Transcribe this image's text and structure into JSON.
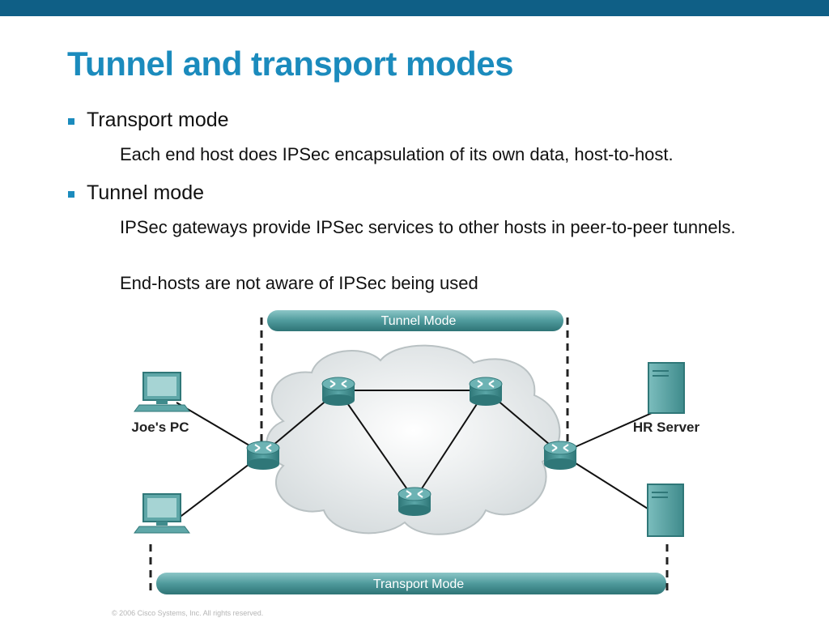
{
  "slide": {
    "title": "Tunnel and transport modes",
    "bullets": [
      {
        "label": "Transport mode",
        "sub": [
          "Each end host does IPSec encapsulation of its own data, host-to-host."
        ]
      },
      {
        "label": "Tunnel mode",
        "sub": [
          "IPSec gateways provide IPSec services to other hosts in peer-to-peer tunnels.",
          "End-hosts are not aware of IPSec being used"
        ]
      }
    ],
    "copyright": "© 2006 Cisco Systems, Inc. All rights reserved."
  },
  "diagram": {
    "tunnel_label": "Tunnel Mode",
    "transport_label": "Transport Mode",
    "left_host_label": "Joe's PC",
    "right_host_label": "HR Server",
    "colors": {
      "header_bar": "#0f5f86",
      "title": "#1b8bbd",
      "device_teal": "#4e9c9c",
      "tube": "#57a3a5",
      "cloud": "#eceff0"
    }
  }
}
